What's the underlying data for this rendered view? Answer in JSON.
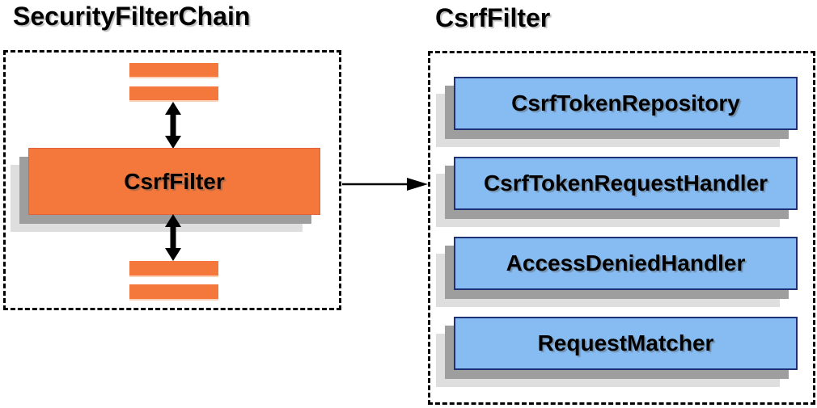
{
  "left_panel": {
    "title": "SecurityFilterChain",
    "filter_label": "CsrfFilter",
    "anonymous_filter_bars": 4
  },
  "right_panel": {
    "title": "CsrfFilter",
    "components": [
      "CsrfTokenRepository",
      "CsrfTokenRequestHandler",
      "AccessDeniedHandler",
      "RequestMatcher"
    ]
  },
  "colors": {
    "orange-fill": "#f4783b",
    "orange-border": "#e2603a",
    "orange-bar-edge": "#fad0b8",
    "blue-fill": "#86bcf2",
    "blue-border": "#1d3176",
    "shadow-dark": "#9e9e9e",
    "shadow-light": "#dedede",
    "arrow-black": "#000000"
  }
}
